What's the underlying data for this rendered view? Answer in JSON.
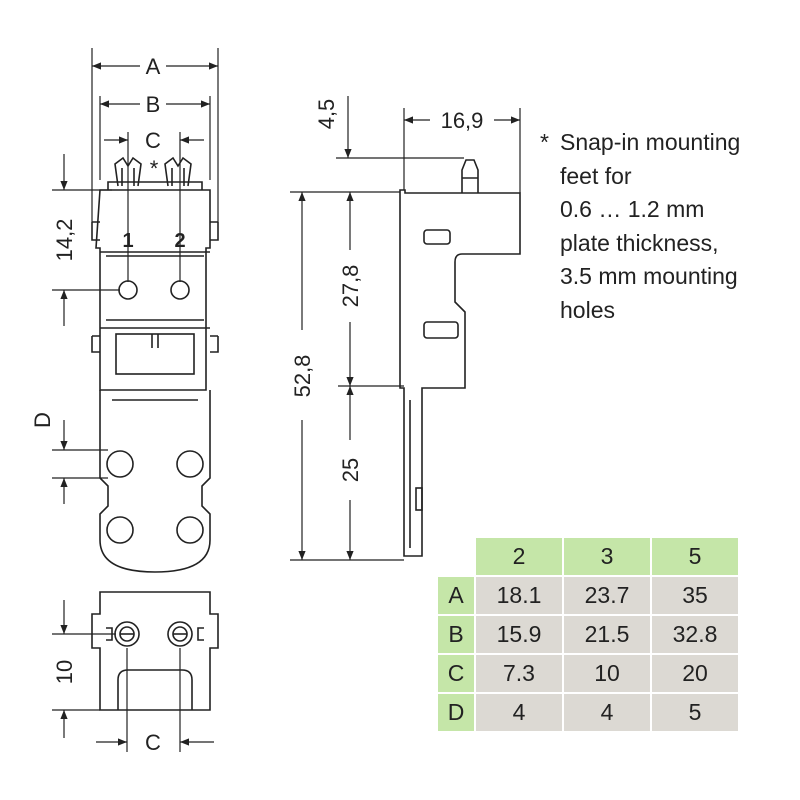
{
  "dimensions": {
    "A": "A",
    "B": "B",
    "C_top": "C",
    "C_bottom": "C",
    "D": "D",
    "snap_marker": "*",
    "h_14_2": "14,2",
    "h_10": "10",
    "h_4_5": "4,5",
    "w_16_9": "16,9",
    "h_52_8": "52,8",
    "h_27_8": "27,8",
    "h_25": "25"
  },
  "pins": {
    "pin1": "1",
    "pin2": "2"
  },
  "note": {
    "star": "*",
    "lines": [
      "Snap-in mounting",
      "feet for",
      "0.6 … 1.2 mm",
      "plate thickness,",
      "3.5 mm mounting",
      "holes"
    ]
  },
  "table": {
    "columns": [
      "2",
      "3",
      "5"
    ],
    "rows": [
      {
        "label": "A",
        "values": [
          "18.1",
          "23.7",
          "35"
        ]
      },
      {
        "label": "B",
        "values": [
          "15.9",
          "21.5",
          "32.8"
        ]
      },
      {
        "label": "C",
        "values": [
          "7.3",
          "10",
          "20"
        ]
      },
      {
        "label": "D",
        "values": [
          "4",
          "4",
          "5"
        ]
      }
    ]
  },
  "colors": {
    "header_green": "#c5e6a8",
    "cell_grey": "#dcd9d3",
    "line": "#222222"
  }
}
